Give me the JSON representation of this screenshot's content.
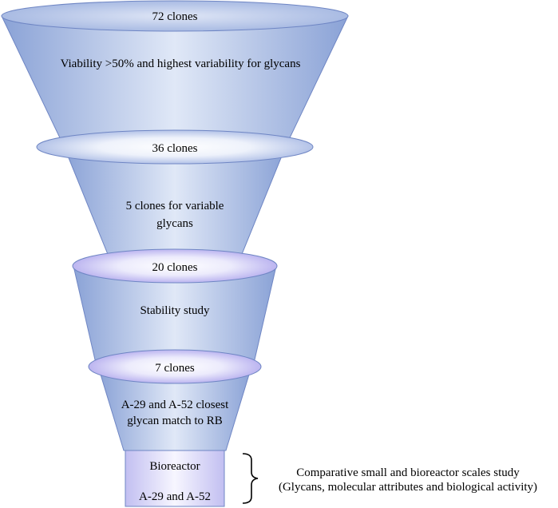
{
  "funnel": {
    "stages": [
      {
        "count_label": "72 clones",
        "criteria": [
          "Viability >50% and highest variability for glycans"
        ]
      },
      {
        "count_label": "36 clones",
        "criteria": [
          "5 clones for variable",
          "glycans"
        ]
      },
      {
        "count_label": "20 clones",
        "criteria": [
          "Stability study"
        ]
      },
      {
        "count_label": "7 clones",
        "criteria": [
          "A-29 and A-52 closest",
          "glycan match to RB"
        ]
      }
    ],
    "final_box": {
      "title": "Bioreactor",
      "subtitle": "A-29 and A-52"
    }
  },
  "annotation": {
    "line1": "Comparative small and bioreactor scales study",
    "line2": "(Glycans, molecular attributes and biological activity)"
  },
  "colors": {
    "funnel_outer": "#8aa2d6",
    "funnel_center": "#dfe7f6",
    "ellipse_center": "#ffffff",
    "ellipse_edge": "#b9c6ea",
    "ellipse_violet": "#c9c2f4",
    "stroke": "#6f86c4",
    "box_fill": "#c5c2f2"
  }
}
